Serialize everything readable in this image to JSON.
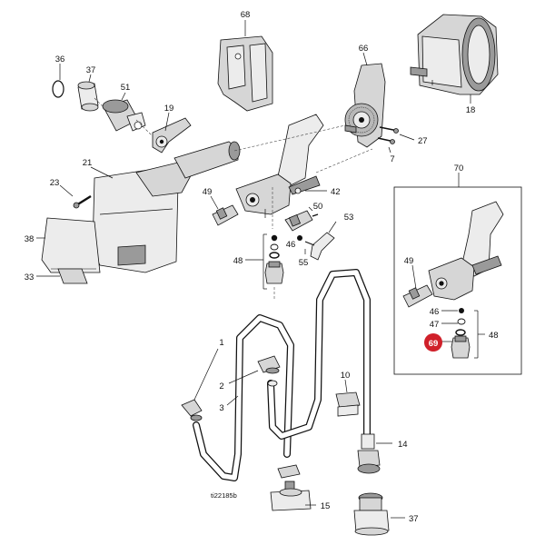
{
  "figure_id": "ti22185b",
  "highlight_color": "#d0202a",
  "labels": {
    "l1": "1",
    "l2": "2",
    "l3": "3",
    "l7": "7",
    "l10": "10",
    "l14": "14",
    "l15": "15",
    "l18": "18",
    "l19": "19",
    "l21": "21",
    "l23": "23",
    "l27": "27",
    "l33": "33",
    "l36": "36",
    "l37": "37",
    "l37b": "37",
    "l38": "38",
    "l42": "42",
    "l46": "46",
    "l46b": "46",
    "l47": "47",
    "l48": "48",
    "l48b": "48",
    "l49": "49",
    "l49b": "49",
    "l50": "50",
    "l51": "51",
    "l53": "53",
    "l55": "55",
    "l66": "66",
    "l68": "68",
    "l69": "69",
    "l70": "70"
  }
}
